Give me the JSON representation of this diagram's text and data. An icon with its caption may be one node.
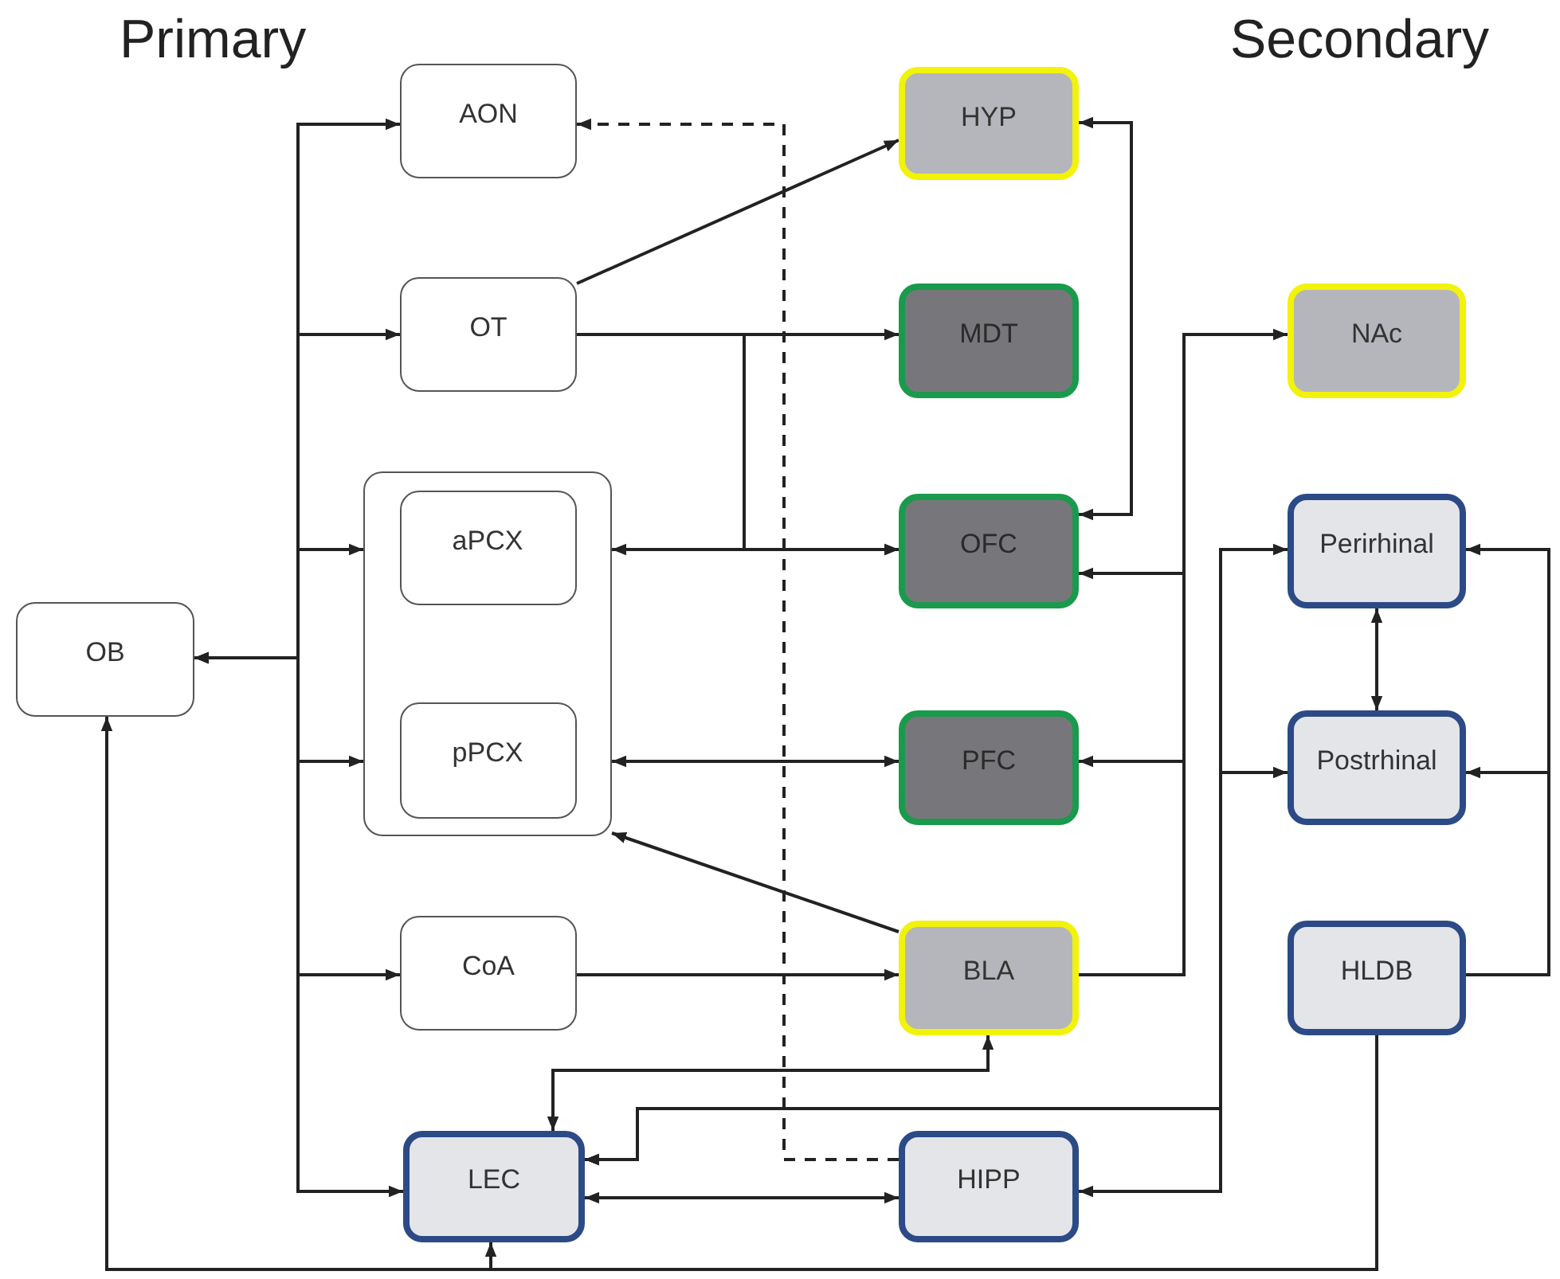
{
  "diagram": {
    "nodes": [
      {
        "text": [
          "AON"
        ]
      },
      {
        "text": [
          "OT"
        ]
      },
      {
        "text": [],
        "shape": "box"
      },
      {
        "text": [
          "aPCX"
        ],
        "in": 2
      },
      {
        "text": [
          "pPCX"
        ],
        "in": 2
      },
      {
        "text": [
          "CoA"
        ]
      },
      {
        "text": [
          "LEC"
        ]
      },
      {
        "text": [
          "OB"
        ]
      },
      {
        "text": [
          "HYP"
        ]
      },
      {
        "text": [
          "MDT"
        ]
      },
      {
        "text": [
          "OFC"
        ]
      },
      {
        "text": [
          "PFC"
        ]
      },
      {
        "text": [
          "BLA"
        ]
      },
      {
        "text": [
          "HIPP"
        ]
      },
      {
        "text": [
          "NAc"
        ]
      },
      {
        "text": [
          "Perirhinal"
        ]
      },
      {
        "text": [
          "Postrhinal"
        ]
      },
      {
        "text": [
          "HLDB"
        ]
      }
    ],
    "edges": [
      {
        "from": 7,
        "to": 0,
        "arrow": "both"
      },
      {
        "from": 7,
        "to": 1,
        "arrow": "both"
      },
      {
        "from": 7,
        "to": 2,
        "arrow": "both"
      },
      {
        "from": 7,
        "to": 2,
        "arrow": "both"
      },
      {
        "from": 7,
        "to": 5,
        "arrow": "both"
      },
      {
        "from": 7,
        "to": 6,
        "arrow": "both"
      },
      {
        "from": 1,
        "to": 8,
        "arrow": "to"
      },
      {
        "from": 1,
        "to": 9,
        "arrow": "to"
      },
      {
        "from": 1,
        "to": 10,
        "arrow": "to"
      },
      {
        "from": 2,
        "to": 10,
        "arrow": "both"
      },
      {
        "from": 2,
        "to": 11,
        "arrow": "both"
      },
      {
        "from": 12,
        "to": 2,
        "arrow": "to"
      },
      {
        "from": 5,
        "to": 12,
        "arrow": "to"
      },
      {
        "from": 8,
        "to": 10,
        "arrow": "both"
      },
      {
        "from": 12,
        "to": 14,
        "arrow": "to"
      },
      {
        "from": 12,
        "to": 10,
        "arrow": "to"
      },
      {
        "from": 12,
        "to": 11,
        "arrow": "to"
      },
      {
        "from": 15,
        "to": 16,
        "arrow": "both"
      },
      {
        "from": 6,
        "to": 12,
        "arrow": "both"
      },
      {
        "from": 6,
        "to": 15,
        "arrow": "both"
      },
      {
        "from": 6,
        "to": 16,
        "arrow": "both"
      },
      {
        "from": 6,
        "to": 13,
        "arrow": "both"
      },
      {
        "from": 6,
        "to": 13,
        "arrow": "both"
      },
      {
        "from": 13,
        "to": 0,
        "arrow": "to",
        "style": "dashed"
      },
      {
        "from": 17,
        "to": 7,
        "arrow": "to"
      },
      {
        "from": 17,
        "to": 6,
        "arrow": "to"
      },
      {
        "from": 17,
        "to": 15,
        "arrow": "to"
      },
      {
        "from": 17,
        "to": 16,
        "arrow": "to"
      }
    ],
    "labels": [
      "Primary",
      "Secondary"
    ]
  }
}
